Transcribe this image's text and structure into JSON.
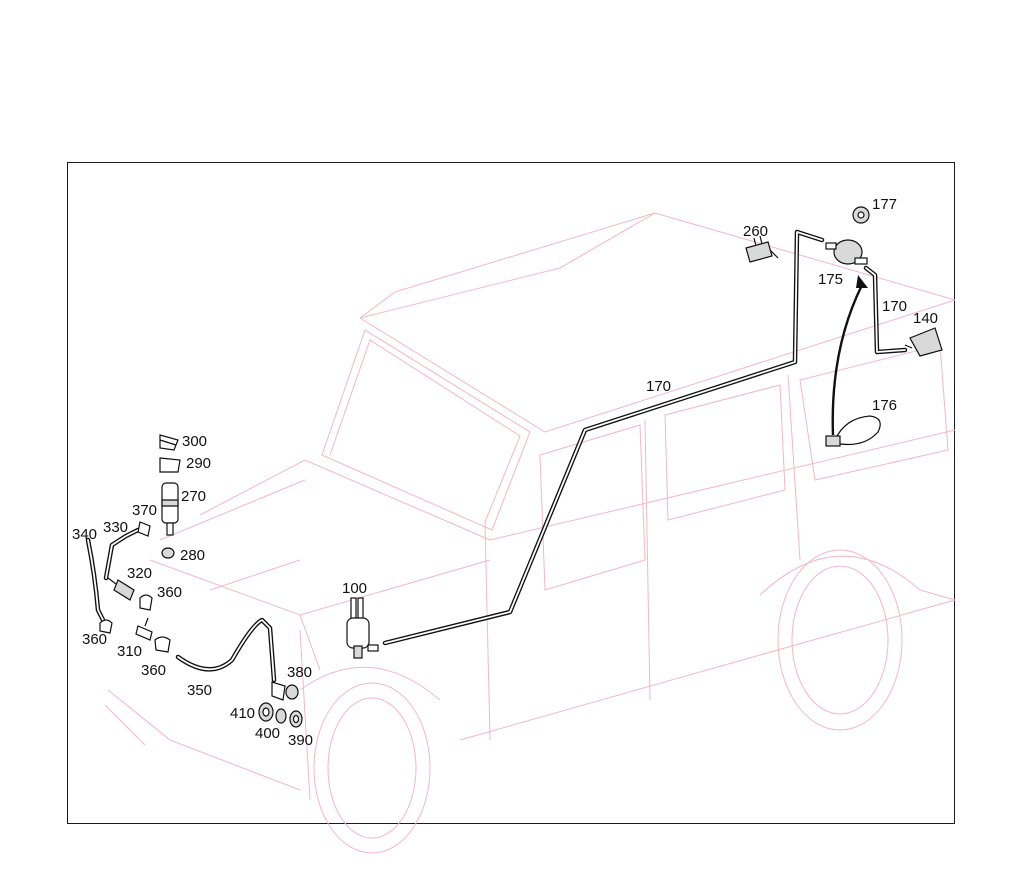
{
  "callouts": {
    "p100": "100",
    "p140": "140",
    "p170a": "170",
    "p170b": "170",
    "p175": "175",
    "p176": "176",
    "p177": "177",
    "p260": "260",
    "p270": "270",
    "p280": "280",
    "p290": "290",
    "p300": "300",
    "p310": "310",
    "p320": "320",
    "p330": "330",
    "p340": "340",
    "p350": "350",
    "p360a": "360",
    "p360b": "360",
    "p360c": "360",
    "p370": "370",
    "p380": "380",
    "p390": "390",
    "p400": "400",
    "p410": "410"
  }
}
